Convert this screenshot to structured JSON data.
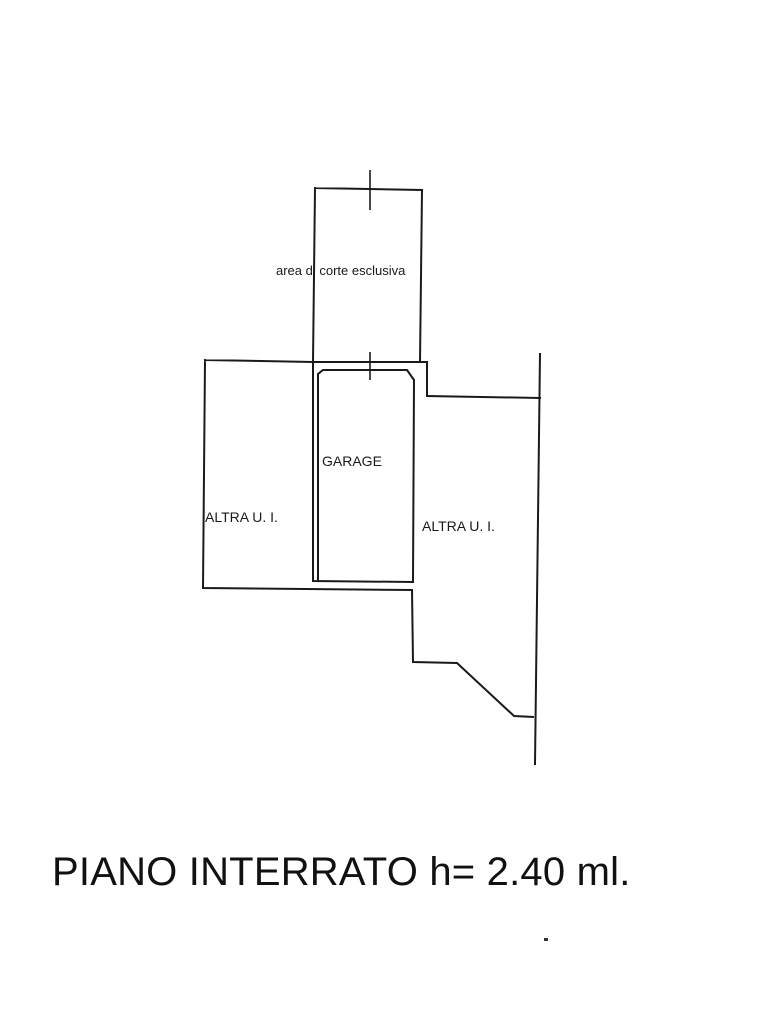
{
  "plan": {
    "rooms": {
      "courtyard": "area di corte esclusiva",
      "garage": "GARAGE",
      "other_left": "ALTRA U. I.",
      "other_right": "ALTRA U. I."
    },
    "title": "PIANO INTERRATO h= 2.40 ml."
  },
  "colors": {
    "line": "#1a1a1a",
    "background": "#ffffff"
  }
}
